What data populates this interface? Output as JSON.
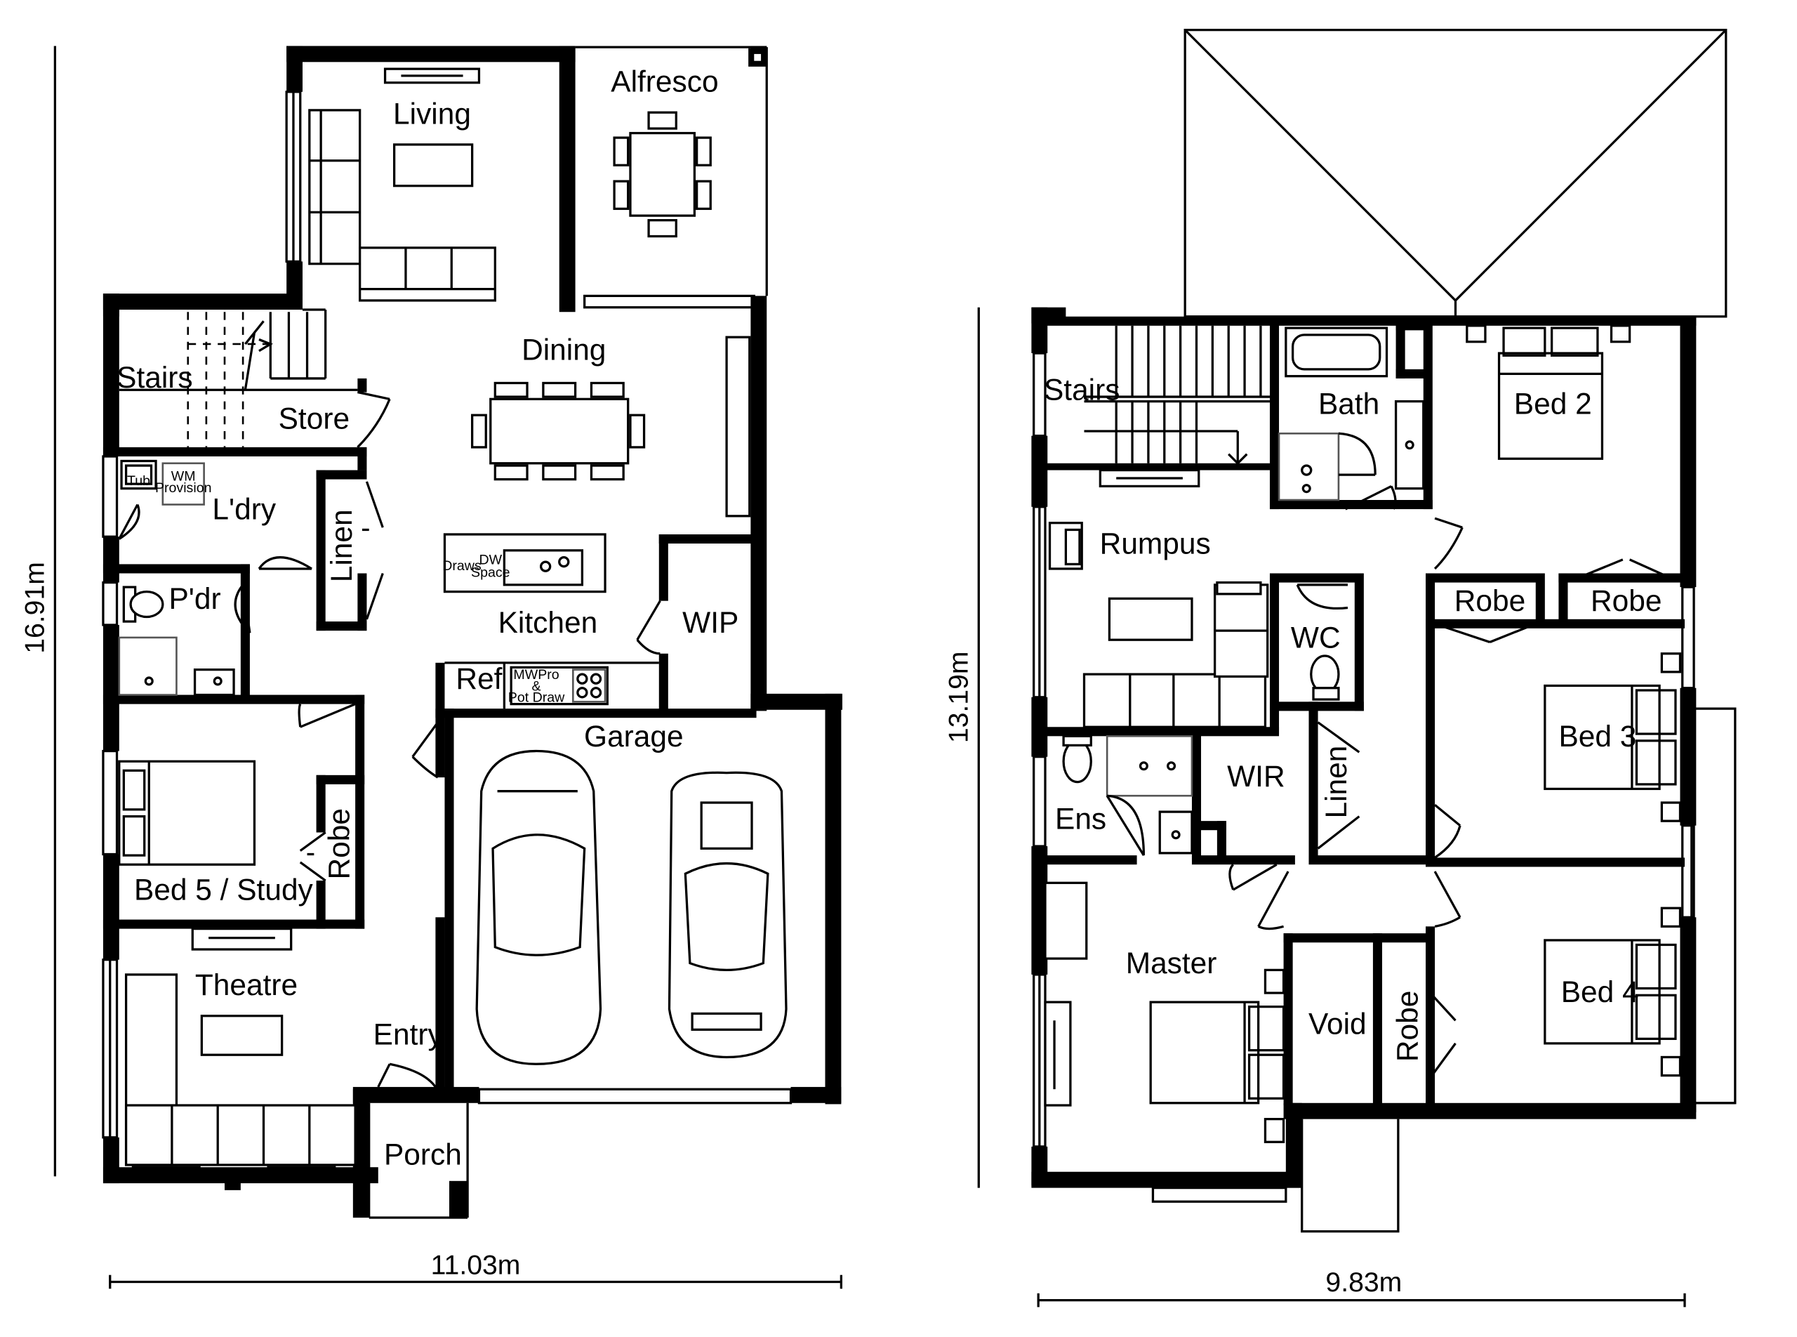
{
  "ground_floor": {
    "rooms": {
      "living": "Living",
      "alfresco": "Alfresco",
      "dining": "Dining",
      "stairs": "Stairs",
      "store": "Store",
      "laundry": "L'dry",
      "linen": "Linen",
      "powder": "P'dr",
      "kitchen": "Kitchen",
      "wip": "WIP",
      "ref": "Ref",
      "garage": "Garage",
      "bed5": "Bed 5 / Study",
      "robe": "Robe",
      "theatre": "Theatre",
      "entry": "Entry",
      "porch": "Porch"
    },
    "fixtures": {
      "tub": "Tub",
      "wm_1": "WM",
      "wm_2": "Provision",
      "draws": "Draws",
      "dw_1": "DW",
      "dw_2": "Space",
      "mwpro_1": "MWPro",
      "mwpro_2": "&",
      "mwpro_3": "Pot Draw"
    },
    "width_dim": "11.03m",
    "depth_dim": "16.91m"
  },
  "first_floor": {
    "rooms": {
      "stairs": "Stairs",
      "bath": "Bath",
      "bed2": "Bed 2",
      "rumpus": "Rumpus",
      "robe_a": "Robe",
      "robe_b": "Robe",
      "wc": "WC",
      "bed3": "Bed 3",
      "ens": "Ens",
      "wir": "WIR",
      "linen": "Linen",
      "master": "Master",
      "void": "Void",
      "robe_c": "Robe",
      "bed4": "Bed 4"
    },
    "width_dim": "9.83m",
    "depth_dim": "13.19m"
  },
  "colors": {
    "wall": "#000000",
    "background": "#ffffff"
  }
}
